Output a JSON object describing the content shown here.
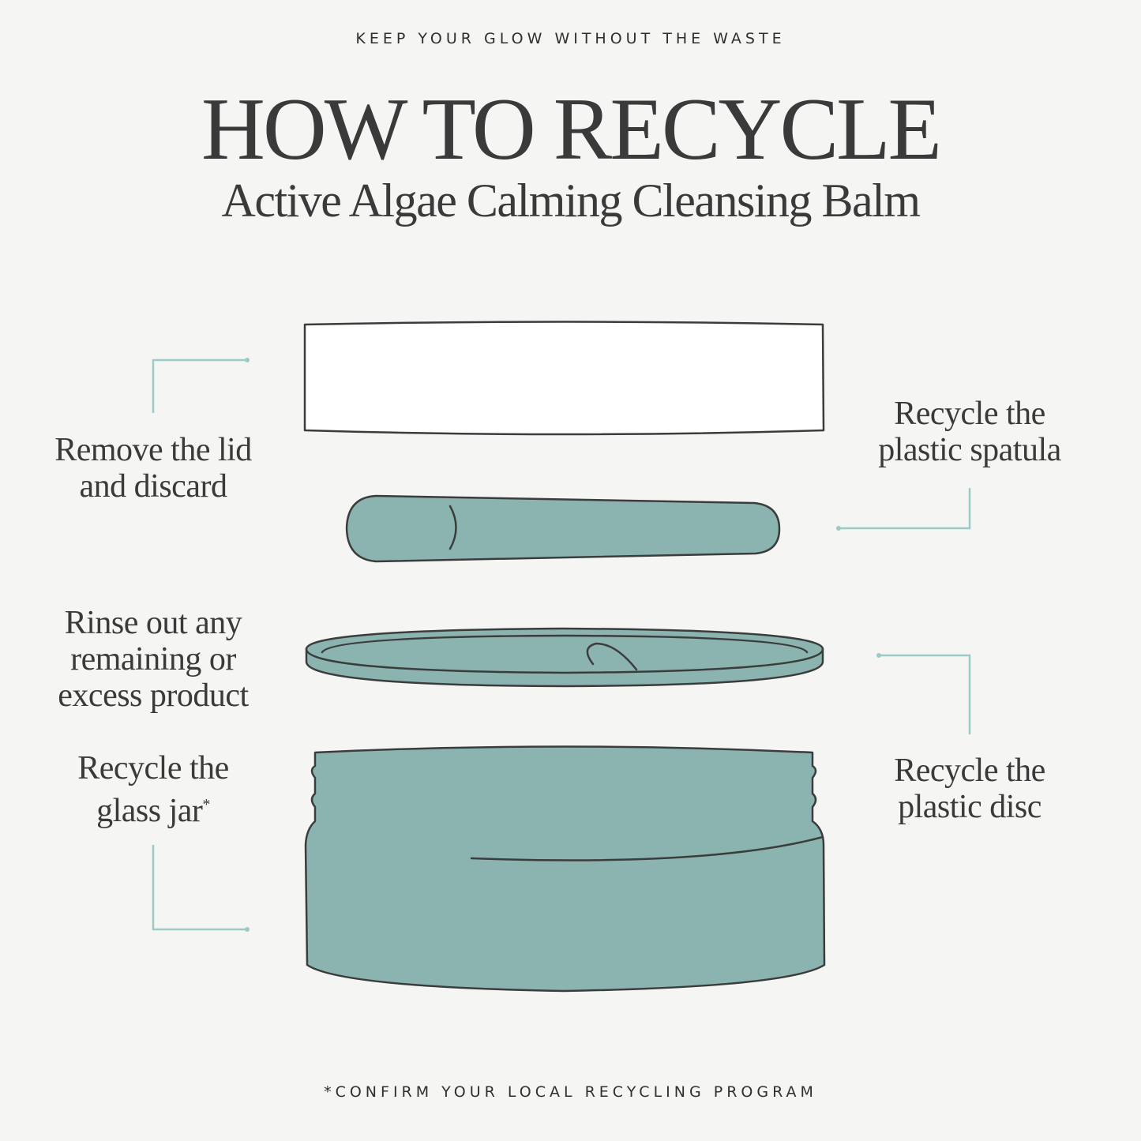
{
  "header": {
    "eyebrow": "KEEP YOUR GLOW WITHOUT THE WASTE",
    "title": "HOW TO RECYCLE",
    "subtitle": "Active Algae Calming Cleansing Balm"
  },
  "steps": {
    "lid": {
      "line1": "Remove the lid",
      "line2": "and discard"
    },
    "spatula": {
      "line1": "Recycle the",
      "line2": "plastic spatula"
    },
    "rinse": {
      "line1": "Rinse out any",
      "line2": "remaining or",
      "line3": "excess product"
    },
    "disc": {
      "line1": "Recycle the",
      "line2": "plastic disc"
    },
    "jar": {
      "line1": "Recycle the",
      "line2": "glass jar",
      "mark": "*"
    }
  },
  "footer": {
    "note": "*CONFIRM YOUR LOCAL RECYCLING PROGRAM"
  },
  "colors": {
    "background": "#f5f6f3",
    "teal": "#8bb4b0",
    "outline": "#3a3d3c",
    "connector": "#9ccac6"
  }
}
